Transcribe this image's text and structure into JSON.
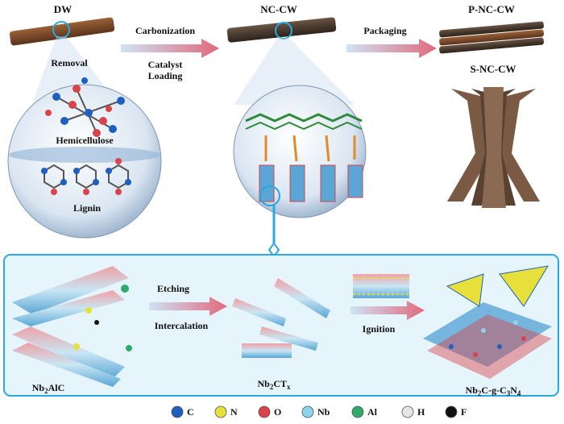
{
  "top": {
    "dw": "DW",
    "nc_cw": "NC-CW",
    "p_nc_cw": "P-NC-CW",
    "s_nc_cw": "S-NC-CW",
    "carbonization": "Carbonization",
    "catalyst": "Catalyst",
    "loading": "Loading",
    "packaging": "Packaging",
    "removal": "Removal",
    "hemicellulose": "Hemicellulose",
    "lignin": "Lignin"
  },
  "bottom": {
    "etching": "Etching",
    "intercalation": "Intercalation",
    "ignition": "Ignition",
    "nb2alc_pre": "Nb",
    "nb2alc_sub": "2",
    "nb2alc_post": "AlC",
    "nb2ctx_pre": "Nb",
    "nb2ctx_sub": "2",
    "nb2ctx_mid": "CT",
    "nb2ctx_sub2": "x",
    "product_a": "Nb",
    "product_a_sub": "2",
    "product_b": "C-g-C",
    "product_b_sub": "3",
    "product_c": "N",
    "product_c_sub": "4"
  },
  "legend": [
    {
      "label": "C",
      "color": "#1f5fbf"
    },
    {
      "label": "N",
      "color": "#e8e03a"
    },
    {
      "label": "O",
      "color": "#d9434a"
    },
    {
      "label": "Nb",
      "color": "#8fd3ea"
    },
    {
      "label": "Al",
      "color": "#2faa6a"
    },
    {
      "label": "H",
      "color": "#e6e6e6"
    },
    {
      "label": "F",
      "color": "#111111"
    }
  ],
  "colors": {
    "frame": "#29a9e0",
    "panel": "#e6f5fc",
    "wood": "#7a4a2a",
    "char": "#4a3a2e",
    "arrow": "#e06a7c"
  }
}
